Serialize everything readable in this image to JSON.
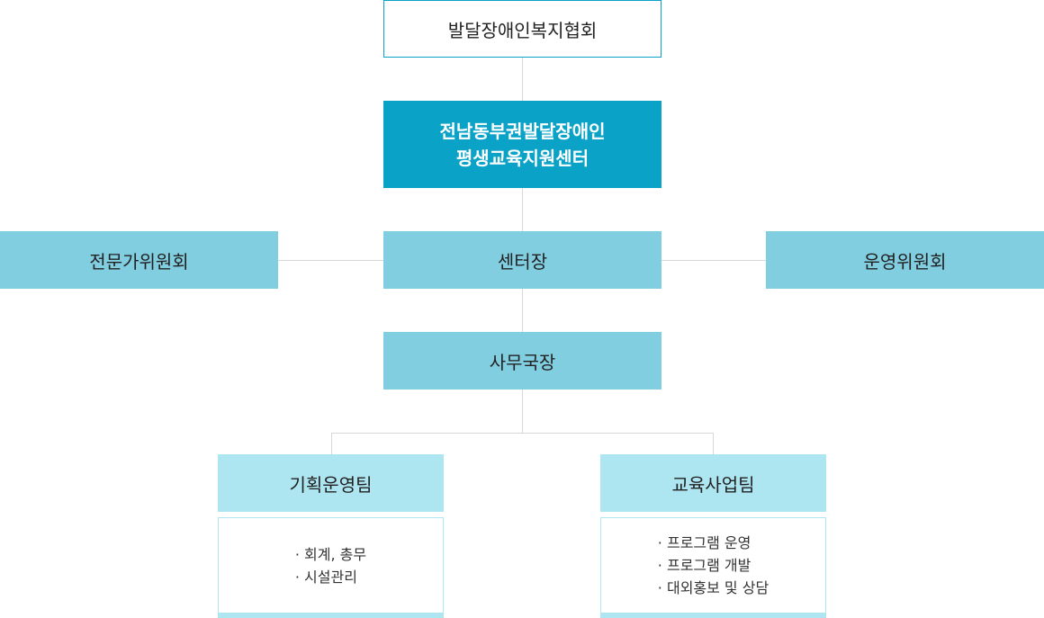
{
  "top_org": "발달장애인복지협회",
  "center": {
    "line1": "전남동부권발달장애인",
    "line2": "평생교육지원센터"
  },
  "left_committee": "전문가위원회",
  "director": "센터장",
  "right_committee": "운영위원회",
  "secretary": "사무국장",
  "teams": [
    {
      "name": "기획운영팀",
      "duties": [
        "회계, 총무",
        "시설관리"
      ]
    },
    {
      "name": "교육사업팀",
      "duties": [
        "프로그램 운영",
        "프로그램 개발",
        "대외홍보 및 상담"
      ]
    }
  ],
  "colors": {
    "primary": "#0aa3c7",
    "mid": "#82cee1",
    "light": "#ade5f1",
    "line": "#d8d8d8"
  }
}
